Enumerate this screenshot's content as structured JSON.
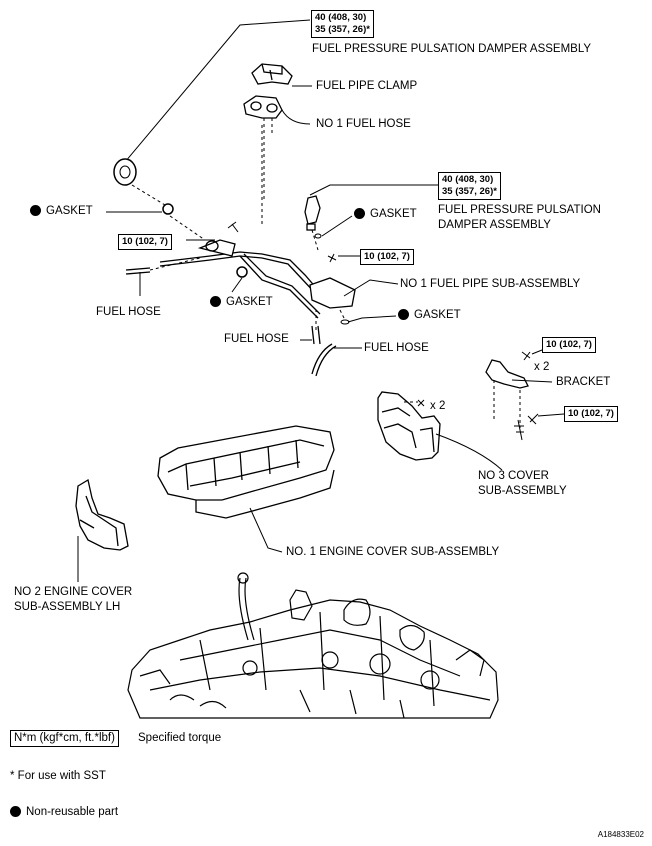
{
  "torque_specs": {
    "top_damper_line1": "40 (408, 30)",
    "top_damper_line2": "35 (357, 26)*",
    "right_damper_line1": "40 (408, 30)",
    "right_damper_line2": "35 (357, 26)*",
    "left_bolt": "10 (102, 7)",
    "center_bolt": "10 (102, 7)",
    "bracket_bolt": "10 (102, 7)",
    "cover3_bolt": "10 (102, 7)"
  },
  "labels": {
    "damper_top": "FUEL PRESSURE PULSATION DAMPER ASSEMBLY",
    "fuel_pipe_clamp": "FUEL PIPE CLAMP",
    "no1_fuel_hose": "NO  1 FUEL HOSE",
    "damper_right_line1": "FUEL PRESSURE PULSATION",
    "damper_right_line2": "DAMPER ASSEMBLY",
    "gasket_left": "GASKET",
    "gasket_right": "GASKET",
    "gasket_center": "GASKET",
    "gasket_lower": "GASKET",
    "fuel_hose_left": "FUEL HOSE",
    "fuel_hose_center": "FUEL HOSE",
    "fuel_hose_right": "FUEL HOSE",
    "fuel_pipe_sub": "NO  1 FUEL PIPE SUB-ASSEMBLY",
    "bracket": "BRACKET",
    "x2_bracket": "x 2",
    "x2_cover": "x 2",
    "no3_cover_line1": "NO  3 COVER",
    "no3_cover_line2": "SUB-ASSEMBLY",
    "no1_engine_cover": "NO. 1 ENGINE COVER SUB-ASSEMBLY",
    "no2_engine_cover_line1": "NO  2 ENGINE COVER",
    "no2_engine_cover_line2": "SUB-ASSEMBLY LH"
  },
  "legend": {
    "torque_unit": "N*m (kgf*cm, ft.*lbf)",
    "torque_desc": "Specified torque",
    "sst_note": "* For use with SST",
    "non_reusable": "Non-reusable part"
  },
  "figure_code": "A184833E02"
}
